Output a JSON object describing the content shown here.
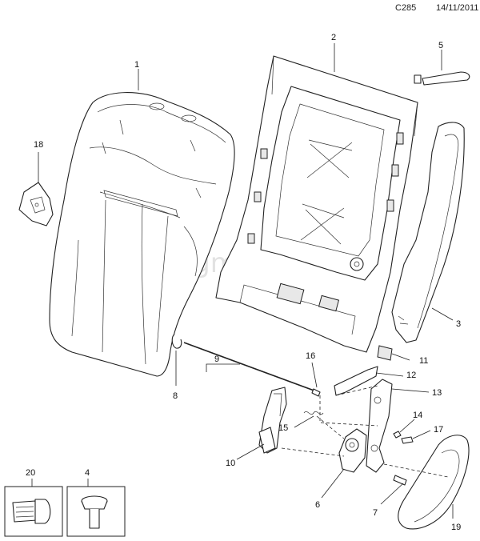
{
  "header": {
    "code": "C285",
    "date": "14/11/2011"
  },
  "watermark": "www.gmmk.ac",
  "callouts": {
    "p1": "1",
    "p2": "2",
    "p3": "3",
    "p4": "4",
    "p5": "5",
    "p6": "6",
    "p7": "7",
    "p8": "8",
    "p9": "9",
    "p10": "10",
    "p11": "11",
    "p12": "12",
    "p13": "13",
    "p14": "14",
    "p15": "15",
    "p16": "16",
    "p17": "17",
    "p18": "18",
    "p19": "19",
    "p20": "20"
  }
}
